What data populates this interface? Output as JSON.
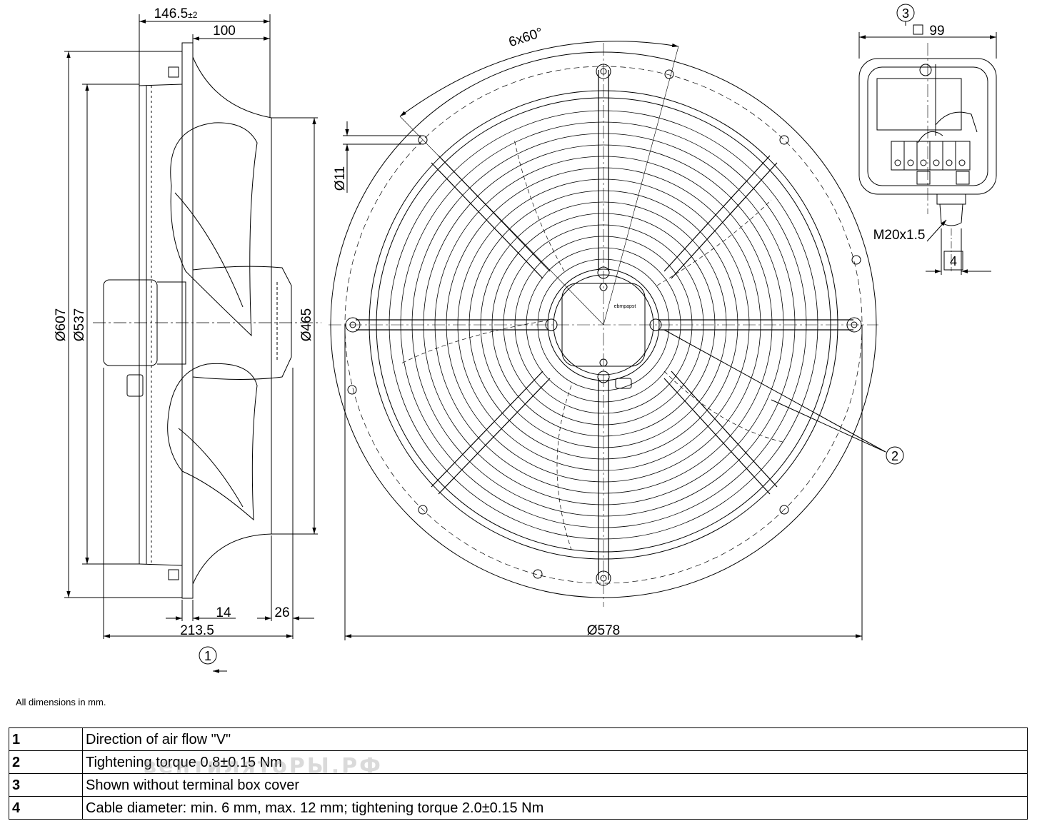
{
  "dimensions": {
    "overall_depth": "146.5",
    "overall_depth_tol": "±2",
    "depth_100": "100",
    "dia_607": "Ø607",
    "dia_537": "Ø537",
    "dia_465": "Ø465",
    "dim_14": "14",
    "dim_26": "26",
    "dim_213_5": "213.5",
    "dia_578": "Ø578",
    "dia_11": "Ø11",
    "angle_6x60": "6x60°",
    "square_99": "99",
    "thread_m20": "M20x1.5"
  },
  "callouts": [
    "1",
    "2",
    "3",
    "4"
  ],
  "brand_mark": "ebmpapst",
  "note": "All dimensions in mm.",
  "legend": [
    {
      "num": "1",
      "text": "Direction of air flow \"V\""
    },
    {
      "num": "2",
      "text": "Tightening torque 0.8±0.15 Nm"
    },
    {
      "num": "3",
      "text": "Shown without terminal box cover"
    },
    {
      "num": "4",
      "text": "Cable diameter: min. 6 mm, max. 12 mm; tightening torque 2.0±0.15 Nm"
    }
  ],
  "watermark": "вентилятоРЫ.РФ"
}
